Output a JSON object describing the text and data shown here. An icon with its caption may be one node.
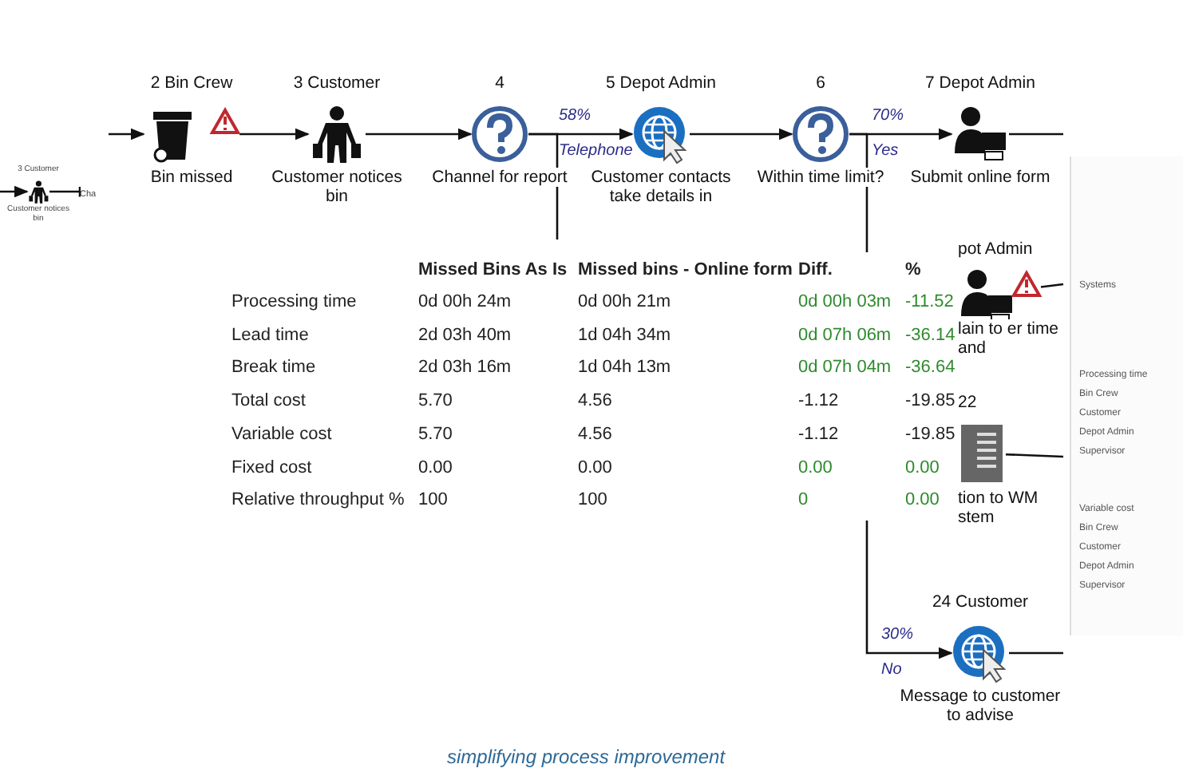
{
  "diagram": {
    "nodes": [
      {
        "text": [
          "3 Customer",
          "Customer notices bin"
        ]
      },
      {
        "text": [
          "Cha"
        ]
      },
      {
        "text": [
          "2 Bin Crew",
          "Bin missed"
        ]
      },
      {
        "text": [
          "3 Customer",
          "Customer notices bin"
        ]
      },
      {
        "text": [
          "4",
          "Channel for report"
        ]
      },
      {
        "text": [
          "5 Depot Admin",
          "Customer contacts take details in"
        ]
      },
      {
        "text": [
          "6",
          "Within time limit?"
        ]
      },
      {
        "text": [
          "7 Depot Admin",
          "Submit online form"
        ]
      },
      {
        "text": [
          "pot Admin",
          "lain to er time and"
        ]
      },
      {
        "text": [
          "22",
          "tion to WM stem"
        ]
      },
      {
        "text": [
          "24 Customer",
          "Message to customer to advise"
        ]
      }
    ],
    "edges": [
      {
        "from": null,
        "to": 0,
        "arrow": "to"
      },
      {
        "from": 0,
        "to": 1,
        "arrow": "other"
      },
      {
        "from": null,
        "to": 2,
        "arrow": "to"
      },
      {
        "from": 2,
        "to": 3,
        "arrow": "to"
      },
      {
        "from": 3,
        "to": 4,
        "arrow": "to"
      },
      {
        "from": 4,
        "to": 5,
        "arrow": "to",
        "label": "58% Telephone"
      },
      {
        "from": 4,
        "to": null,
        "arrow": "none"
      },
      {
        "from": 5,
        "to": 6,
        "arrow": "to"
      },
      {
        "from": 6,
        "to": 7,
        "arrow": "to",
        "label": "70% Yes"
      },
      {
        "from": 6,
        "to": 10,
        "arrow": "to",
        "label": "30% No"
      },
      {
        "from": 7,
        "to": null,
        "arrow": "none"
      },
      {
        "from": 8,
        "to": null,
        "arrow": "none"
      },
      {
        "from": 9,
        "to": null,
        "arrow": "none"
      },
      {
        "from": 10,
        "to": null,
        "arrow": "none"
      }
    ],
    "labels": [
      "Missed Bins As Is",
      "Missed bins - Online form",
      "Diff.",
      "%",
      "Processing time",
      "0d 00h 24m",
      "0d 00h 21m",
      "0d 00h 03m",
      "-11.52",
      "Lead time",
      "2d 03h 40m",
      "1d 04h 34m",
      "0d 07h 06m",
      "-36.14",
      "Break time",
      "2d 03h 16m",
      "1d 04h 13m",
      "0d 07h 04m",
      "-36.64",
      "Total cost",
      "5.70",
      "4.56",
      "-1.12",
      "-19.85",
      "Variable cost",
      "5.70",
      "4.56",
      "-1.12",
      "-19.85",
      "Fixed cost",
      "0.00",
      "0.00",
      "0.00",
      "0.00",
      "Relative throughput %",
      "100",
      "100",
      "0",
      "0.00",
      "Systems",
      "Processing time",
      "Bin Crew",
      "Customer",
      "Depot Admin",
      "Supervisor",
      "Variable cost",
      "Bin Crew",
      "Customer",
      "Depot Admin",
      "Supervisor",
      "simplifying process improvement"
    ]
  }
}
